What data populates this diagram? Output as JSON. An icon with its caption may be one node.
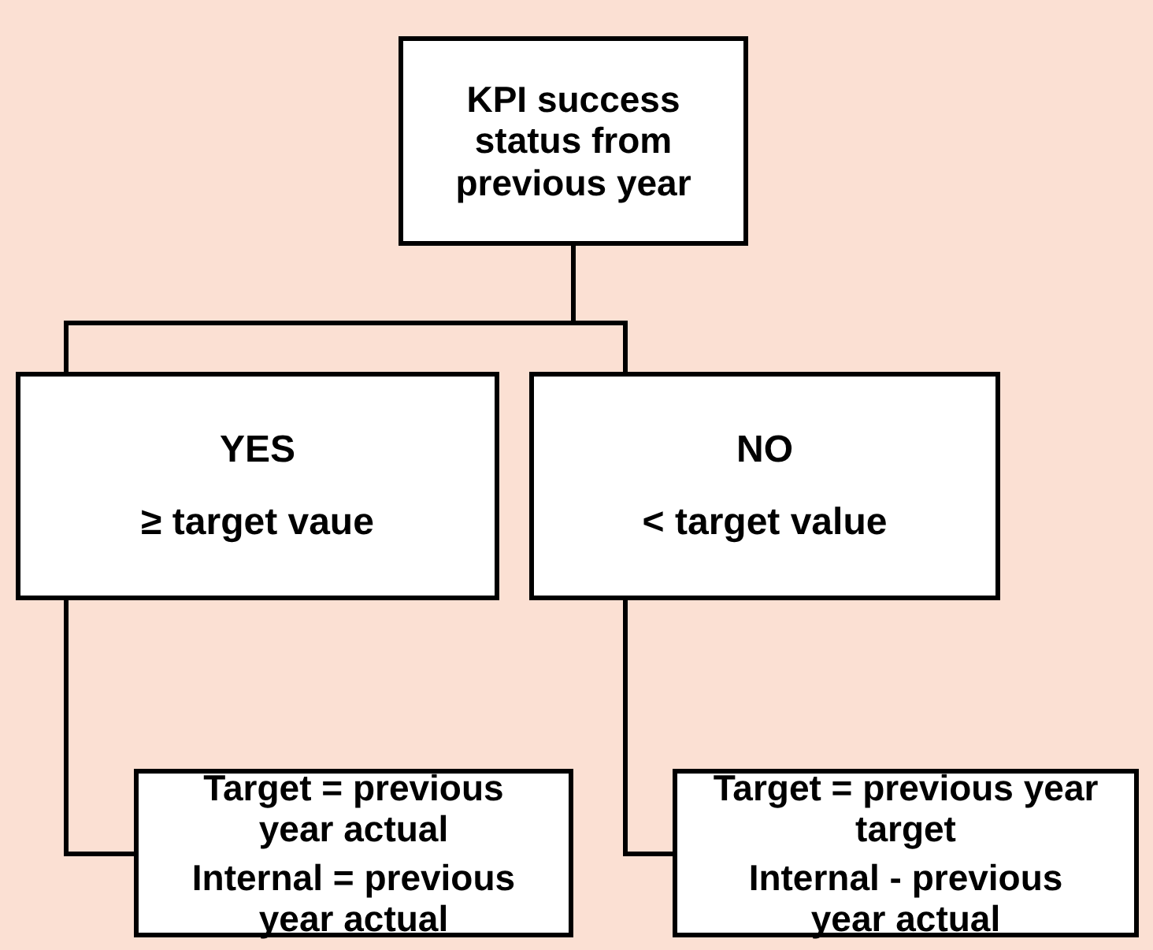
{
  "diagram": {
    "nodes": [
      {
        "text": [
          "KPI success status from previous year"
        ]
      },
      {
        "text": [
          "YES",
          "≥ target vaue"
        ]
      },
      {
        "text": [
          "NO",
          "< target value"
        ]
      },
      {
        "text": [
          "Target = previous year actual",
          "Internal = previous year actual"
        ]
      },
      {
        "text": [
          "Target = previous year target",
          "Internal - previous year actual"
        ]
      }
    ],
    "edges": [
      {
        "from": 0,
        "to": 1,
        "arrow": "none"
      },
      {
        "from": 0,
        "to": 2,
        "arrow": "none"
      },
      {
        "from": 1,
        "to": 3,
        "arrow": "none"
      },
      {
        "from": 2,
        "to": 4,
        "arrow": "none"
      }
    ]
  }
}
